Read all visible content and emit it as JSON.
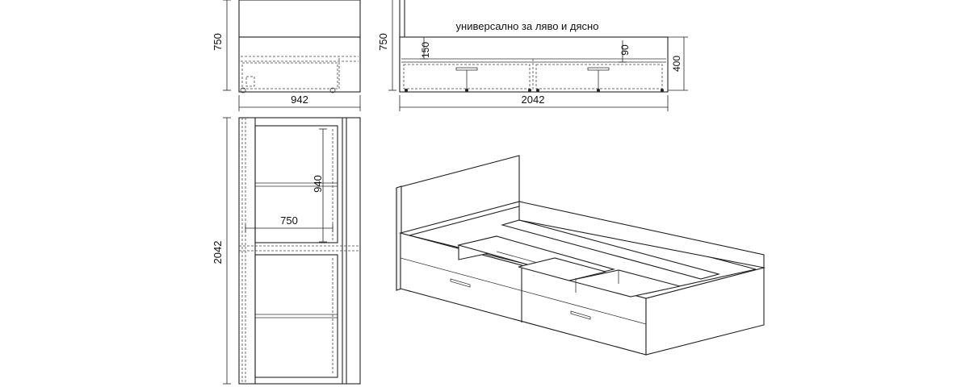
{
  "note": "универсално за ляво и дясно",
  "dimensions": {
    "side_height": "750",
    "side_width": "942",
    "front_height": "750",
    "front_width": "2042",
    "drawer_gap": "150",
    "frame_rail": "90",
    "bed_height": "400",
    "plan_length": "2042",
    "plan_inner_width": "750",
    "plan_inner_height": "940"
  }
}
